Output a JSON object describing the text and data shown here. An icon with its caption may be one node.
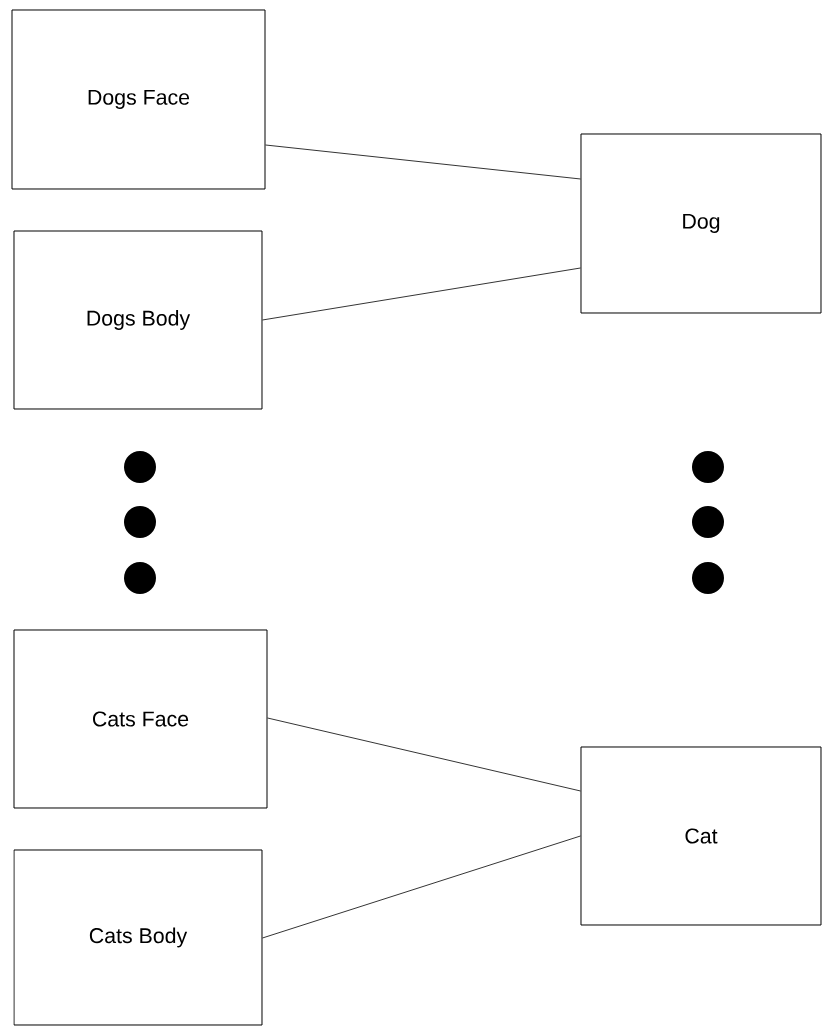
{
  "diagram": {
    "nodes": [
      {
        "text": [
          "Dogs Face"
        ]
      },
      {
        "text": [
          "Dogs Body"
        ]
      },
      {
        "text": [
          "Dog"
        ]
      },
      {
        "text": [
          "Cats Face"
        ]
      },
      {
        "text": [
          "Cats Body"
        ]
      },
      {
        "text": [
          "Cat"
        ]
      }
    ],
    "edges": [
      {
        "from": 0,
        "to": 2,
        "arrow": "none"
      },
      {
        "from": 1,
        "to": 2,
        "arrow": "none"
      },
      {
        "from": 3,
        "to": 5,
        "arrow": "none"
      },
      {
        "from": 4,
        "to": 5,
        "arrow": "none"
      }
    ]
  }
}
